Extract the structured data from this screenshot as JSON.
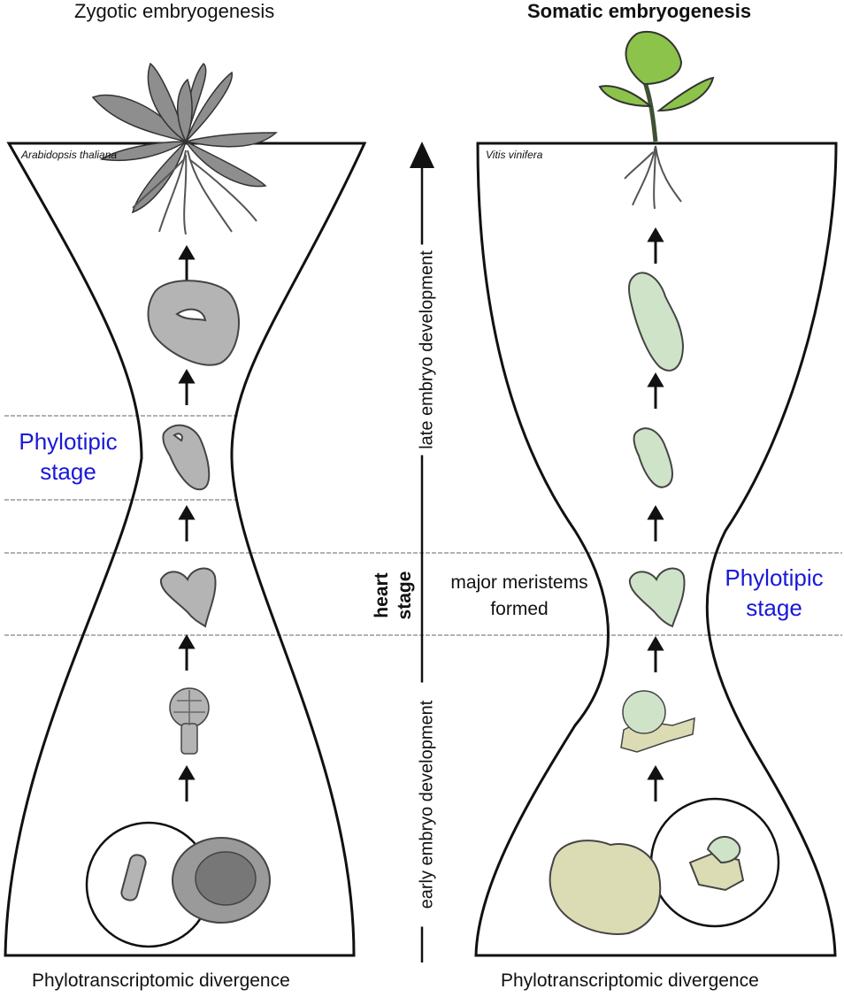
{
  "left_panel": {
    "title": "Zygotic embryogenesis",
    "species": "Arabidopsis thaliana",
    "phylotypic_label": "Phylotipic\nstage",
    "footer": "Phylotranscriptomic divergence",
    "fill_color": "#b4b4b4"
  },
  "right_panel": {
    "title": "Somatic embryogenesis",
    "species": "Vitis vinifera",
    "phylotypic_label": "Phylotipic\nstage",
    "footer": "Phylotranscriptomic divergence",
    "fill_color": "#cfe3c9",
    "callus_color": "#dcdcb4",
    "plant_color": "#8cc34a"
  },
  "center": {
    "upper_axis_label": "late embryo development",
    "lower_axis_label": "early embryo development",
    "heart_stage_label": "heart\nstage",
    "meristem_note": "major meristems\nformed"
  },
  "colors": {
    "phylotypic_text": "#1818d8",
    "outline": "#111111"
  }
}
